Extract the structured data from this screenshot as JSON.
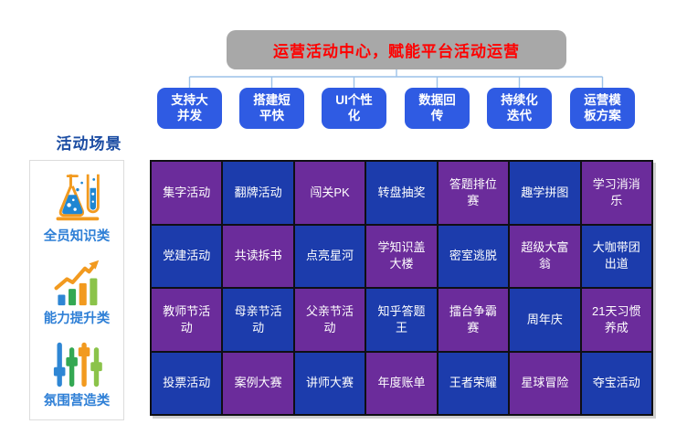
{
  "banner": {
    "title": "运营活动中心，赋能平台活动运营"
  },
  "features": {
    "items": [
      {
        "label": "支持大并发"
      },
      {
        "label": "搭建短平快"
      },
      {
        "label": "UI个性化"
      },
      {
        "label": "数据回传"
      },
      {
        "label": "持续化迭代"
      },
      {
        "label": "运营模板方案"
      }
    ]
  },
  "sidebar": {
    "title": "活动场景",
    "items": [
      {
        "icon": "flask-icon",
        "label": "全员知识类"
      },
      {
        "icon": "growth-chart-icon",
        "label": "能力提升类"
      },
      {
        "icon": "sliders-icon",
        "label": "氛围营造类"
      }
    ]
  },
  "grid": {
    "rows": [
      [
        "集字活动",
        "翻牌活动",
        "闯关PK",
        "转盘抽奖",
        "答题排位赛",
        "趣学拼图",
        "学习消消乐"
      ],
      [
        "党建活动",
        "共读拆书",
        "点亮星河",
        "学知识盖大楼",
        "密室逃脱",
        "超级大富翁",
        "大咖带团出道"
      ],
      [
        "教师节活动",
        "母亲节活动",
        "父亲节活动",
        "知乎答题王",
        "擂台争霸赛",
        "周年庆",
        "21天习惯养成"
      ],
      [
        "投票活动",
        "案例大赛",
        "讲师大赛",
        "年度账单",
        "王者荣耀",
        "星球冒险",
        "夺宝活动"
      ]
    ]
  },
  "colors": {
    "cell_purple": "#6b2c9b",
    "cell_blue": "#1c3cac",
    "feature_blue": "#2f5be3",
    "banner_gray": "#a8a8a8",
    "banner_text_red": "#ff0000",
    "connector_blue": "#9cc2e8",
    "title_blue": "#1c4da3",
    "label_blue": "#2e7fd6"
  }
}
